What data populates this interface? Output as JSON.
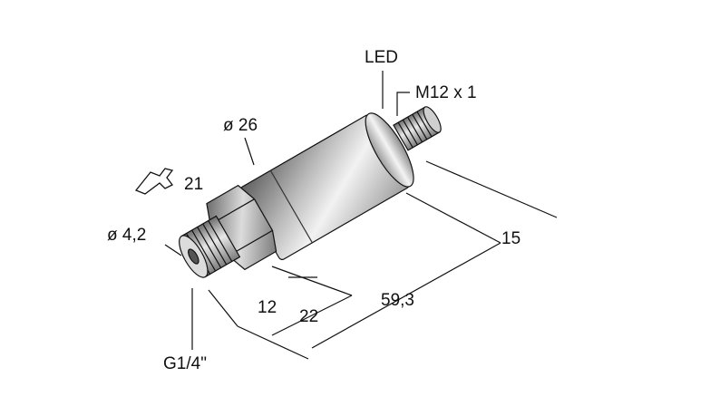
{
  "labels": {
    "led": "LED",
    "thread_connector": "M12 x 1",
    "body_diameter": "ø 26",
    "wrench_size": "21",
    "port_diameter": "ø 4,2",
    "thread_process": "G1/4\"",
    "dim_connector": "15",
    "dim_overall": "59,3",
    "dim_hex_to_thread": "22",
    "dim_thread": "12"
  },
  "colors": {
    "line": "#111111",
    "body_dark": "#7a7a7a",
    "body_light": "#e6e6e6",
    "metal_dark": "#8a8a8a",
    "metal_light": "#d9d9d9",
    "background": "#ffffff"
  },
  "icons": {
    "wrench": "wrench-icon"
  }
}
